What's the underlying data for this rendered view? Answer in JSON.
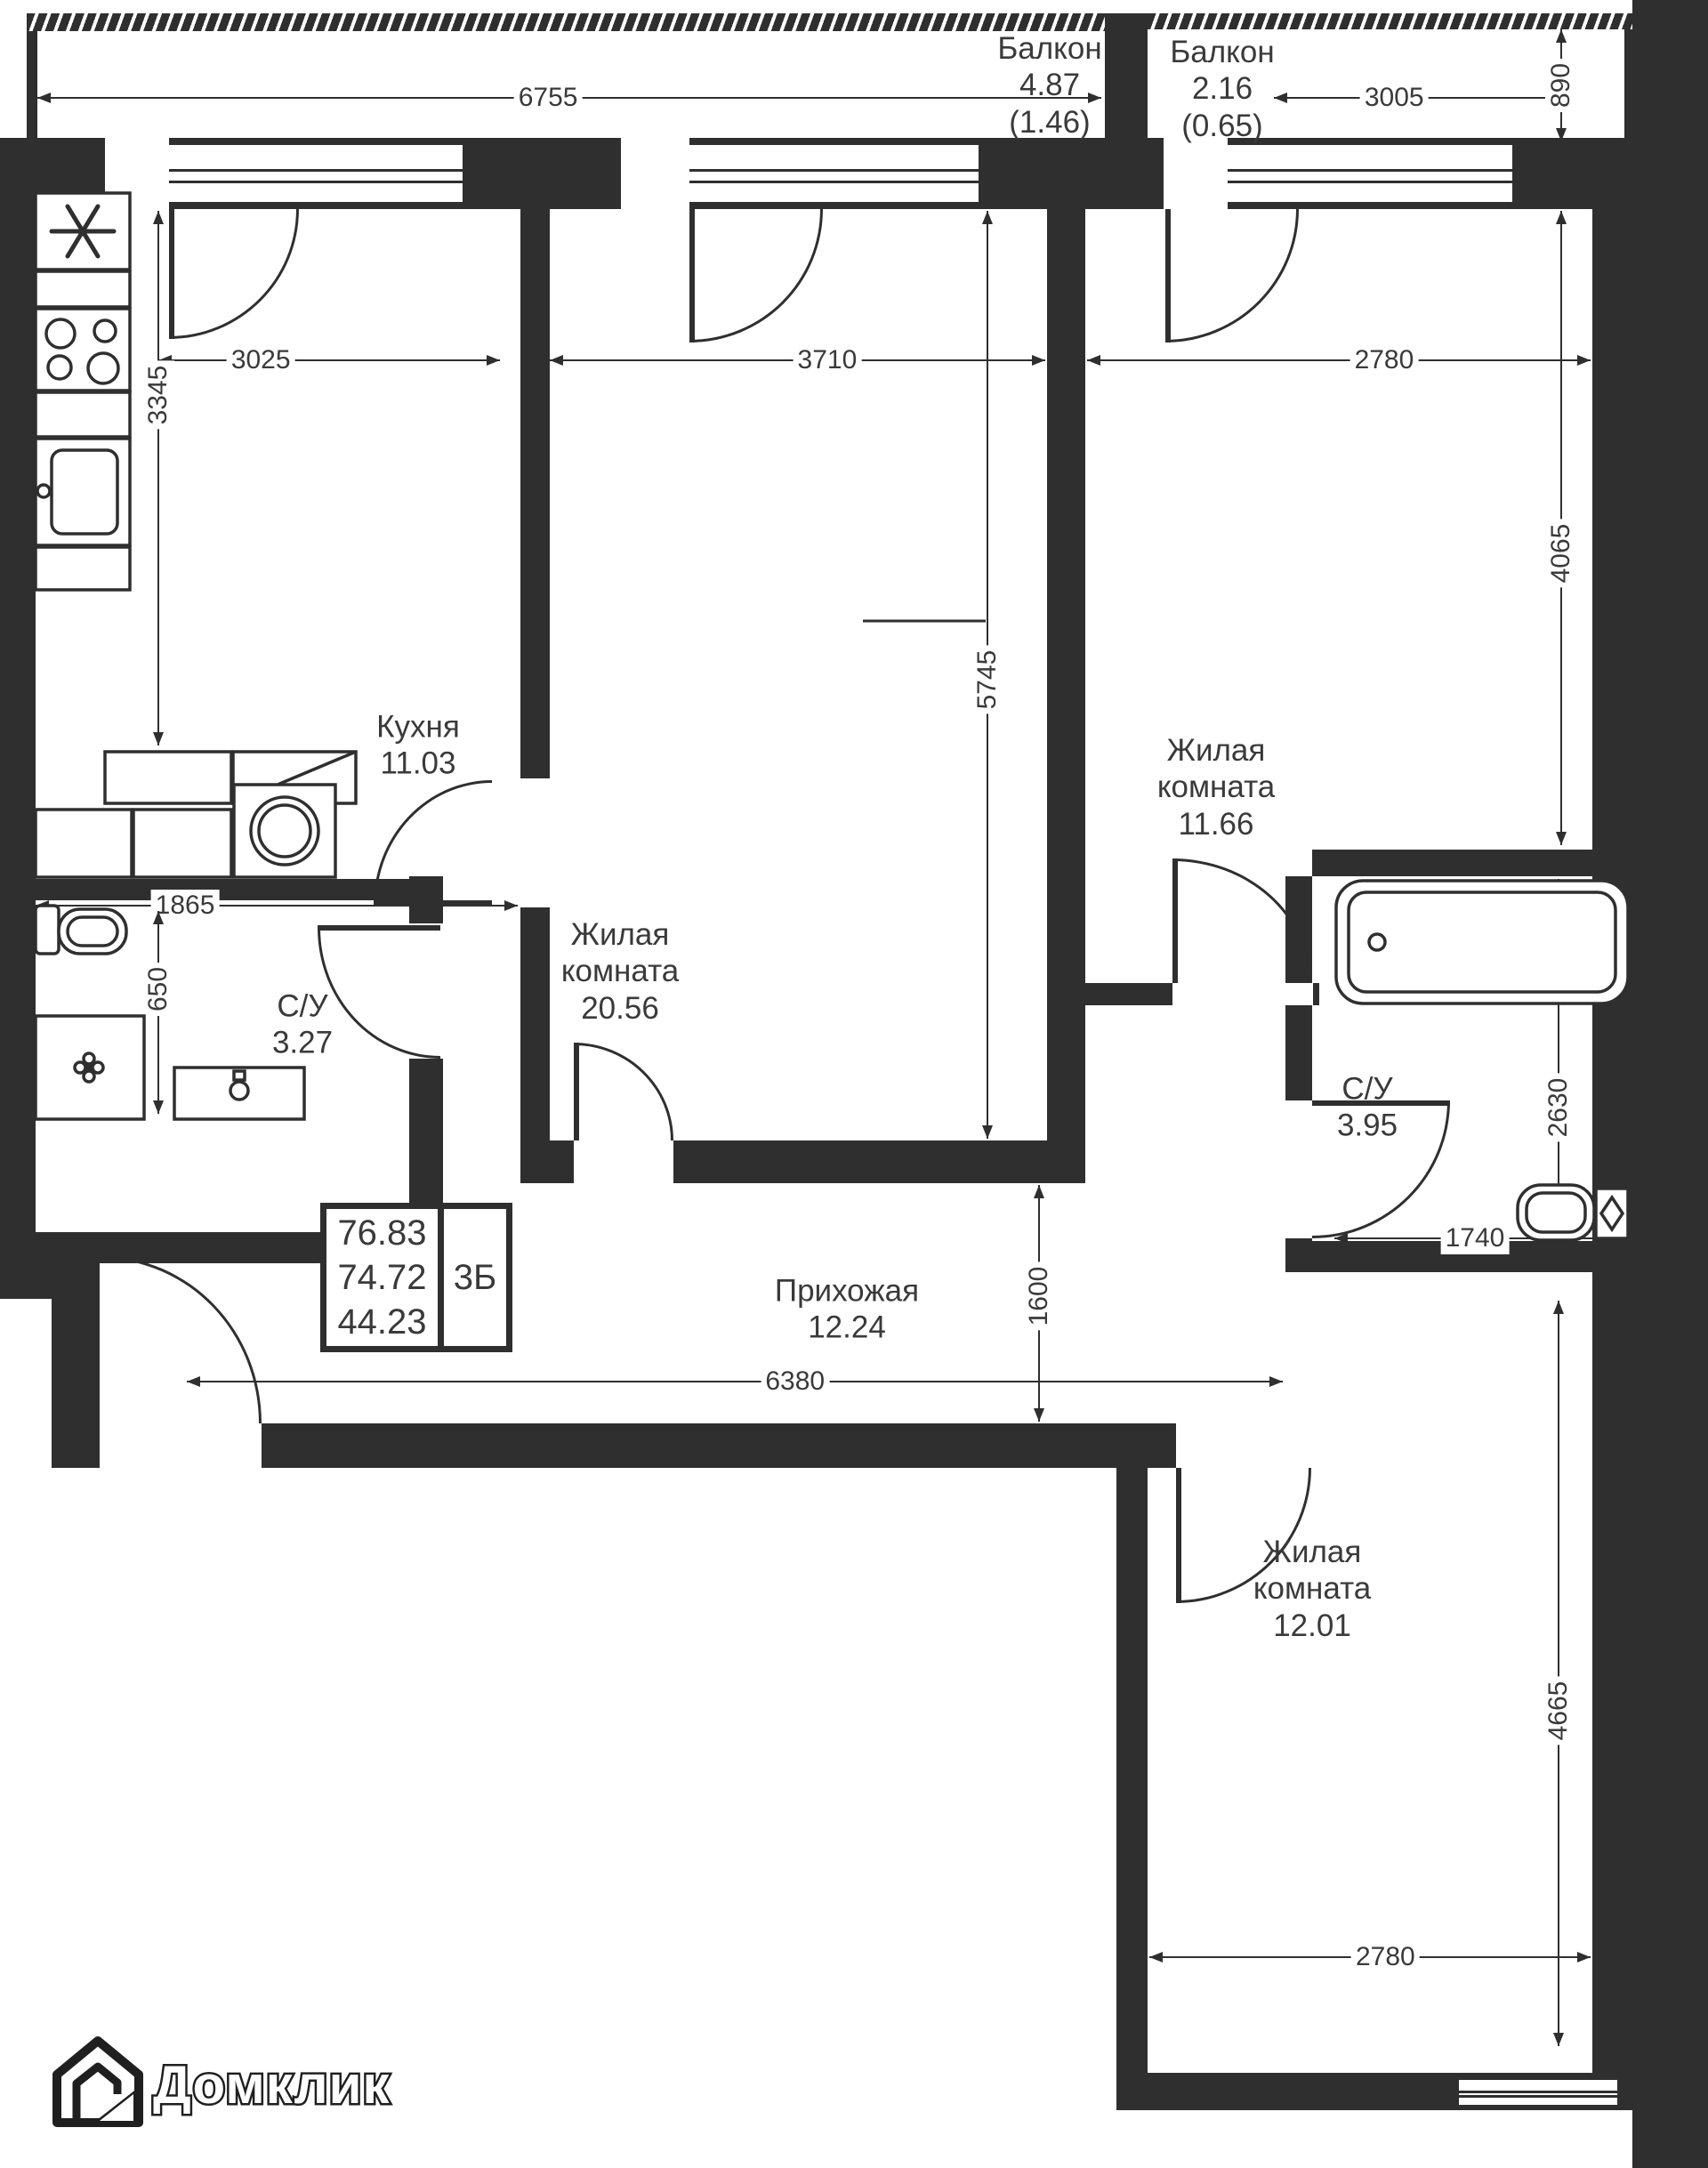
{
  "colors": {
    "wall": "#2f2f2f",
    "text": "#3a3a3a",
    "background": "#ffffff"
  },
  "balconies": [
    {
      "id": "balcony-left",
      "label": "Балкон",
      "area": "4.87",
      "reduced": "(1.46)"
    },
    {
      "id": "balcony-right",
      "label": "Балкон",
      "area": "2.16",
      "reduced": "(0.65)"
    }
  ],
  "rooms": [
    {
      "id": "kitchen",
      "label": "Кухня",
      "area": "11.03"
    },
    {
      "id": "living20",
      "label": "Жилая комната",
      "area": "20.56"
    },
    {
      "id": "living11",
      "label": "Жилая комната",
      "area": "11.66"
    },
    {
      "id": "bathleft",
      "label": "С/У",
      "area": "3.27"
    },
    {
      "id": "bathright",
      "label": "С/У",
      "area": "3.95"
    },
    {
      "id": "hall",
      "label": "Прихожая",
      "area": "12.24"
    },
    {
      "id": "living12",
      "label": "Жилая комната",
      "area": "12.01"
    }
  ],
  "info_box": {
    "total_area": "76.83",
    "area_without_balconies": "74.72",
    "living_area": "44.23",
    "unit_type": "3Б"
  },
  "dimensions": {
    "top_left": "6755",
    "top_right": "3005",
    "balcony_depth": "890",
    "kitchen_width": "3025",
    "living20_width": "3710",
    "living11_width": "2780",
    "kitchen_height": "3345",
    "living11_height": "4065",
    "living20_height": "5745",
    "bath_left_width": "1865",
    "bath_left_height": "650",
    "bath_right_height": "2630",
    "bath_right_width": "1740",
    "hall_height": "1600",
    "hall_width": "6380",
    "living12_height": "4665",
    "living12_width": "2780"
  },
  "logo": {
    "text": "Домклик"
  }
}
